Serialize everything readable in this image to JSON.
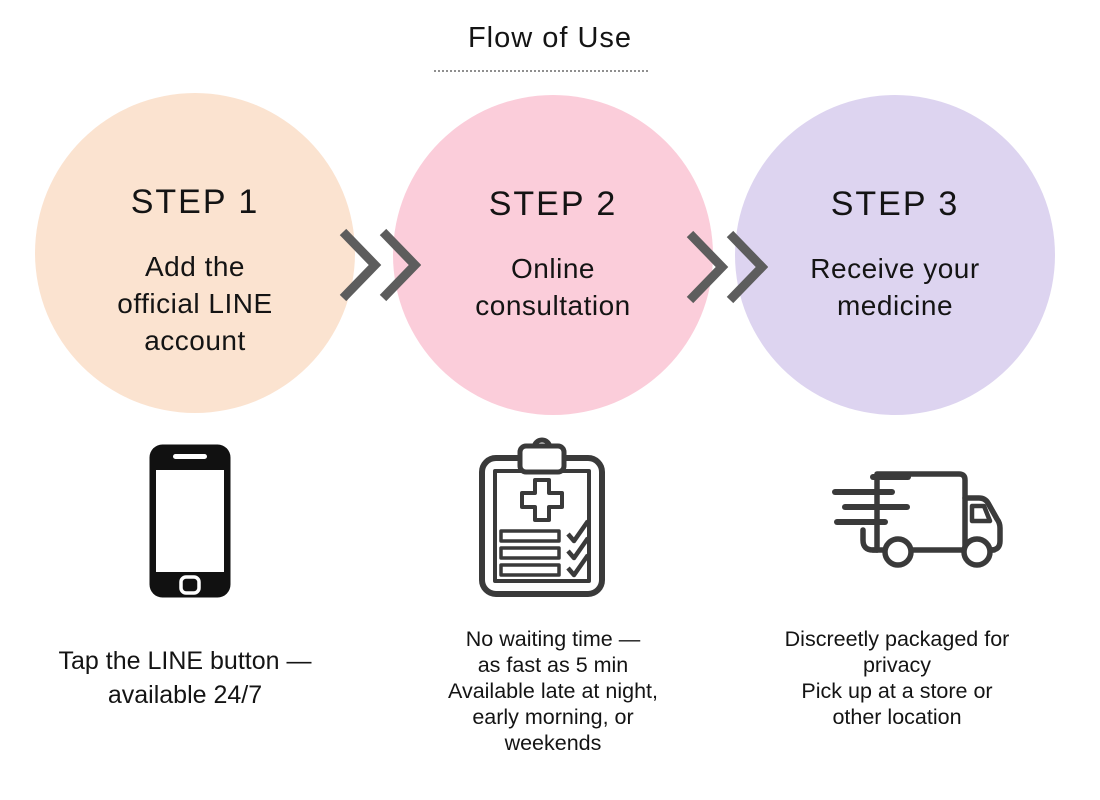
{
  "title": "Flow of Use",
  "colors": {
    "step1_circle": "#FBE3D0",
    "step2_circle": "#FBCDDA",
    "step3_circle": "#DDD4F0",
    "chevron": "#5D5D5D",
    "icon_stroke": "#3A3A3A",
    "text": "#141414"
  },
  "steps": [
    {
      "label": "STEP 1",
      "description": "Add the\nofficial LINE\naccount",
      "icon": "smartphone-icon",
      "caption": "Tap the LINE button —\navailable 24/7"
    },
    {
      "label": "STEP 2",
      "description": "Online\nconsultation",
      "icon": "medical-checklist-icon",
      "caption": "No waiting time —\nas fast as 5 min\nAvailable late at night,\nearly morning, or\nweekends"
    },
    {
      "label": "STEP 3",
      "description": "Receive your\nmedicine",
      "icon": "delivery-truck-icon",
      "caption": "Discreetly packaged for\nprivacy\nPick up at a store or\nother location"
    }
  ]
}
